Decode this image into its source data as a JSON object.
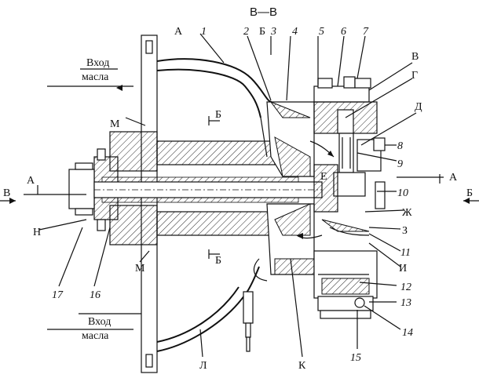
{
  "title": "В—В",
  "letters": {
    "A_top": "А",
    "B_top": "Б",
    "V": "В",
    "G": "Г",
    "D": "Д",
    "E": "Е",
    "Zh": "Ж",
    "Z": "З",
    "I": "И",
    "K": "К",
    "L": "Л",
    "M_top": "М",
    "M_bottom": "М",
    "N": "Н",
    "A_left": "А",
    "A_right": "А",
    "B_right": "Б",
    "B_left": "В",
    "B_mid_top": "Б",
    "B_mid_bottom": "Б"
  },
  "numbers": [
    "1",
    "2",
    "3",
    "4",
    "5",
    "6",
    "7",
    "8",
    "9",
    "10",
    "11",
    "12",
    "13",
    "14",
    "15",
    "16",
    "17"
  ],
  "oil_inlet_top": {
    "line1": "Вход",
    "line2": "масла"
  },
  "oil_inlet_bottom": {
    "line1": "Вход",
    "line2": "масла"
  }
}
